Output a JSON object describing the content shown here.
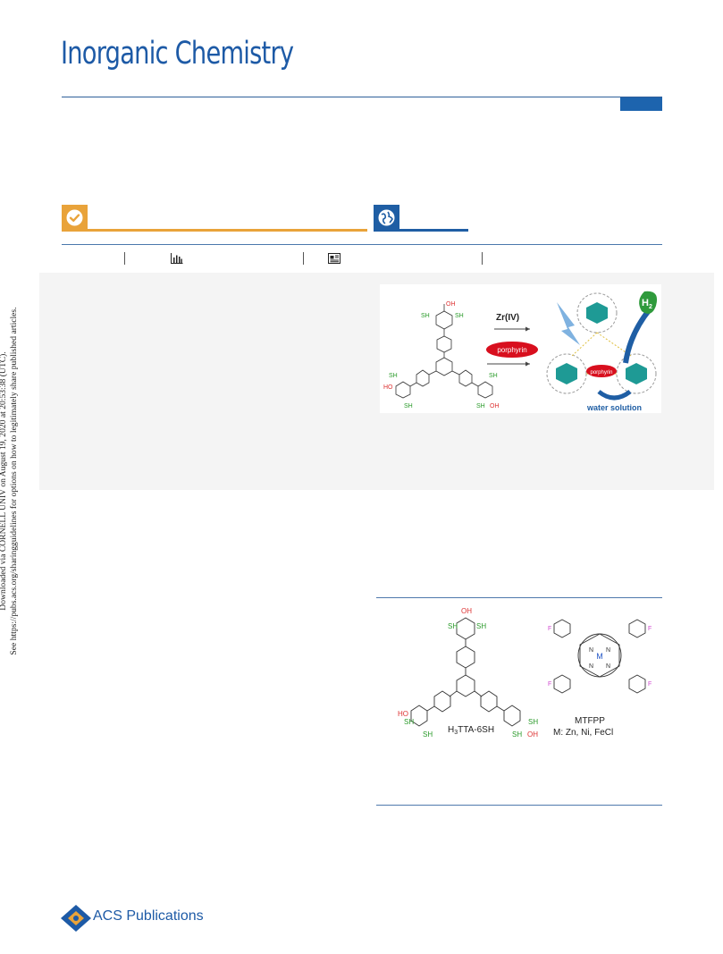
{
  "journal": {
    "title": "Inorganic Chemistry"
  },
  "side_note": {
    "line1": "Downloaded via CORNELL UNIV on August 19, 2020 at 20:53:38 (UTC).",
    "line2": "See https://pubs.acs.org/sharingguidelines for options on how to legitimately share published articles."
  },
  "toc_graphic": {
    "oxidant_label": "Zr(IV)",
    "porphyrin_label": "porphyrin",
    "inner_porphyrin_label": "porphyrin",
    "product_label": "H",
    "product_subscript": "2",
    "medium_label": "water solution",
    "ligand_groups": {
      "acid_top": "OH",
      "thiol": "SH",
      "acid_left": "HO",
      "acid_right": "OH"
    }
  },
  "scheme": {
    "ligand_name": "H",
    "ligand_name_sub": "3",
    "ligand_name_rest": "TTA-6SH",
    "porphyrin_name": "MTFPP",
    "metals": "M: Zn, Ni, FeCl",
    "metal_center": "M",
    "acid_top": "OH",
    "acid_left": "HO",
    "acid_right": "OH",
    "thiol": "SH",
    "fluorine": "F",
    "nitrogen": "N"
  },
  "publisher": {
    "name": "ACS Publications"
  },
  "colors": {
    "brand_blue": "#1d5aa6",
    "cert_orange": "#e9a33a",
    "open_blue": "#1f5ea4"
  }
}
